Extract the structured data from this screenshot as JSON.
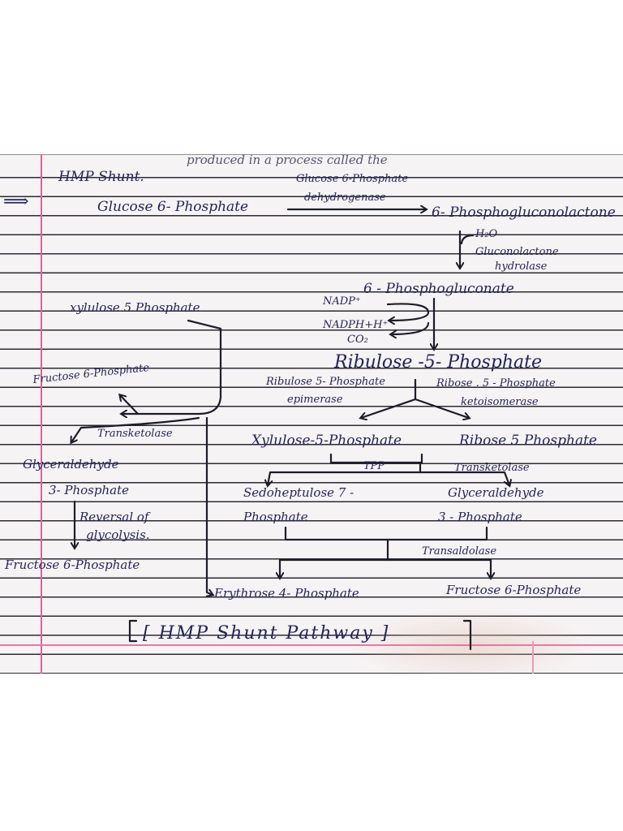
{
  "header": {
    "top_fragment": "produced in a process called the",
    "title_line": "HMP Shunt.",
    "bullet": "⟹"
  },
  "nodes": {
    "g6p": "Glucose 6- Phosphate",
    "pgl": "6- Phosphogluconolactone",
    "pg": "6 - Phosphogluconate",
    "ru5p": "Ribulose -5- Phosphate",
    "xu5p_left": "xylulose 5 Phosphate",
    "f6p_left": "Fructose 6-Phosphate",
    "gap_left_1": "Glyceraldehyde",
    "gap_left_2": "3- Phosphate",
    "f6p_bottom_left": "Fructose 6-Phosphate",
    "xu5p_mid": "Xylulose-5-Phosphate",
    "r5p_mid": "Ribose 5 Phosphate",
    "s7p_1": "Sedoheptulose 7 -",
    "s7p_2": "Phosphate",
    "gap_right_1": "Glyceraldehyde",
    "gap_right_2": "3 - Phosphate",
    "e4p": "Erythrose 4- Phosphate",
    "f6p_right": "Fructose 6-Phosphate"
  },
  "labels": {
    "g6pd_1": "Glucose 6-Phosphate",
    "g6pd_2": "dehydrogenase",
    "h2o": "H₂O",
    "lactonase_1": "Gluconolactone",
    "lactonase_2": "hydrolase",
    "nadp": "NADP⁺",
    "nadph": "NADPH+H⁺",
    "co2": "CO₂",
    "epimerase_1": "Ribulose 5- Phosphate",
    "epimerase_2": "epimerase",
    "isomerase_1": "Ribose . 5 - Phosphate",
    "isomerase_2": "ketoisomerase",
    "transketolase_left": "Transketolase",
    "tpp": "TPP",
    "transketolase_right": "Transketolase",
    "transaldolase": "Transaldolase",
    "reversal_1": "Reversal of",
    "reversal_2": "glycolysis."
  },
  "caption": "[ HMP Shunt Pathway ]",
  "colors": {
    "ink": "#24255a",
    "margin": "#e0609f",
    "paper": "#f6f3f4"
  }
}
